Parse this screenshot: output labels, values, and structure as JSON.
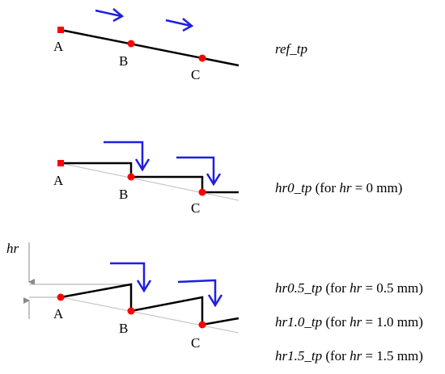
{
  "colors": {
    "profile": "#000000",
    "reference": "#c8c8c8",
    "arrow": "#1f1fe0",
    "point": "#ff0000",
    "dimension": "#888888"
  },
  "points": {
    "a": "A",
    "b": "B",
    "c": "C"
  },
  "captions": {
    "ref": {
      "name": "ref_tp"
    },
    "hr0": {
      "prefix": "hr",
      "name": "0_tp",
      "paren_open": " (for ",
      "var": "hr",
      "rest": " = 0 mm)"
    },
    "hr05": {
      "prefix": "hr",
      "name": "0.5_tp",
      "paren_open": " (for ",
      "var": "hr",
      "rest": " = 0.5 mm)"
    },
    "hr10": {
      "prefix": "hr",
      "name": "1.0_tp",
      "paren_open": " (for ",
      "var": "hr",
      "rest": " = 1.0 mm)"
    },
    "hr15": {
      "prefix": "hr",
      "name": "1.5_tp",
      "paren_open": " (for ",
      "var": "hr",
      "rest": " = 1.5 mm)"
    }
  },
  "dimension_label": "hr"
}
